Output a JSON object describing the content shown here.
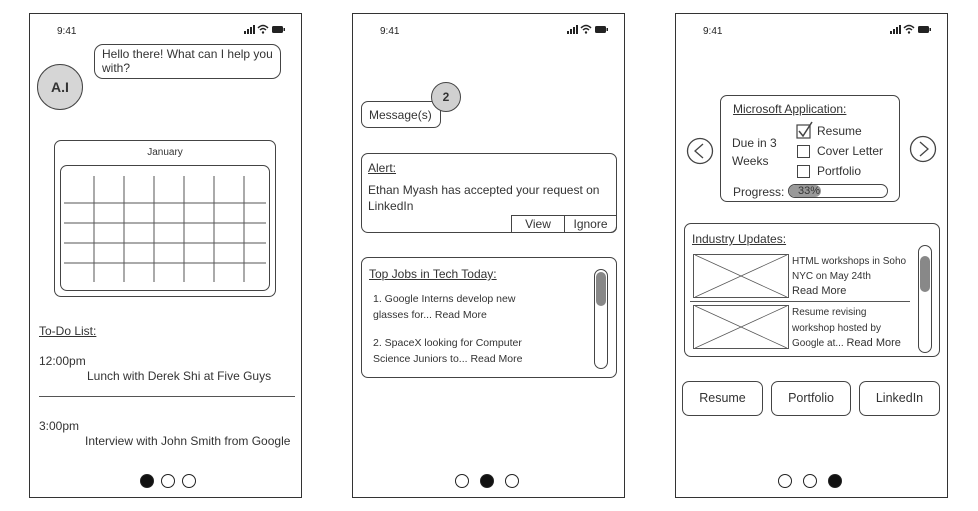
{
  "status_time": "9:41",
  "screen1": {
    "chat_message": "Hello there! What can I help you with?",
    "avatar_label": "A.I",
    "calendar_month": "January",
    "todo_title": "To-Do List:",
    "todo_items": [
      {
        "time": "12:00pm",
        "text": "Lunch with Derek Shi at Five Guys"
      },
      {
        "time": "3:00pm",
        "text": "Interview with John Smith from Google"
      }
    ]
  },
  "screen2": {
    "messages_label": "Message(s)",
    "messages_count": "2",
    "alert_title": "Alert:",
    "alert_text": "Ethan Myash has accepted your request on LinkedIn",
    "view_button": "View",
    "ignore_button": "Ignore",
    "jobs_title": "Top Jobs in Tech Today:",
    "jobs": [
      {
        "text": "1. Google Interns develop new glasses for...",
        "more": "Read More"
      },
      {
        "text": "2. SpaceX looking for Computer Science Juniors to...",
        "more": "Read More"
      }
    ]
  },
  "screen3": {
    "app_title": "Microsoft Application:",
    "due_text": "Due in 3 Weeks",
    "checklist": [
      {
        "label": "Resume",
        "checked": true
      },
      {
        "label": "Cover Letter",
        "checked": false
      },
      {
        "label": "Portfolio",
        "checked": false
      }
    ],
    "progress_label": "Progress:",
    "progress_value": "33%",
    "progress_fraction": 0.33,
    "updates_title": "Industry Updates:",
    "updates": [
      {
        "text": "HTML workshops in Soho NYC on May 24th",
        "more": "Read More"
      },
      {
        "text": "Resume revising workshop hosted by Google at...",
        "more": "Read More"
      }
    ],
    "buttons": [
      "Resume",
      "Portfolio",
      "LinkedIn"
    ]
  }
}
